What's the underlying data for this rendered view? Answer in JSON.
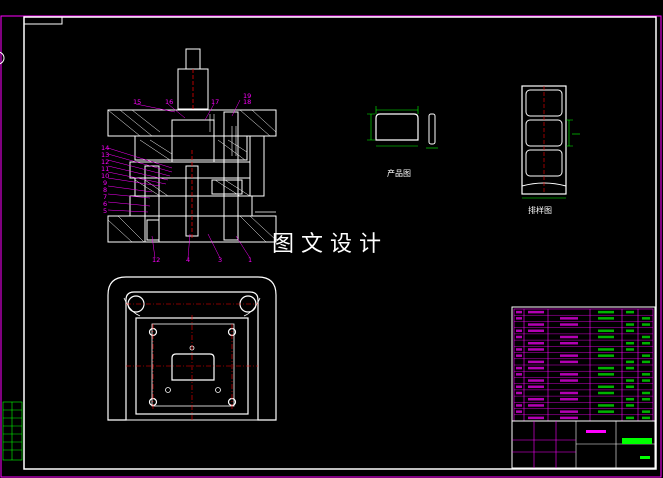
{
  "captions": {
    "product": "产品图",
    "layout": "排样图"
  },
  "watermark": "图文设计",
  "part_numbers": {
    "top": [
      "15",
      "16",
      "17",
      "19",
      "18"
    ],
    "left": [
      "14",
      "13",
      "12",
      "11",
      "10",
      "9",
      "8",
      "7",
      "6",
      "5"
    ],
    "bottom": [
      "12",
      "4",
      "3",
      "1"
    ]
  },
  "colors": {
    "outline": "#ffffff",
    "border": "#ff00ff",
    "centerline": "#ff0000",
    "dimension": "#00ff00",
    "leader": "#ff00ff",
    "table": "#ff00ff",
    "background": "#000000"
  }
}
